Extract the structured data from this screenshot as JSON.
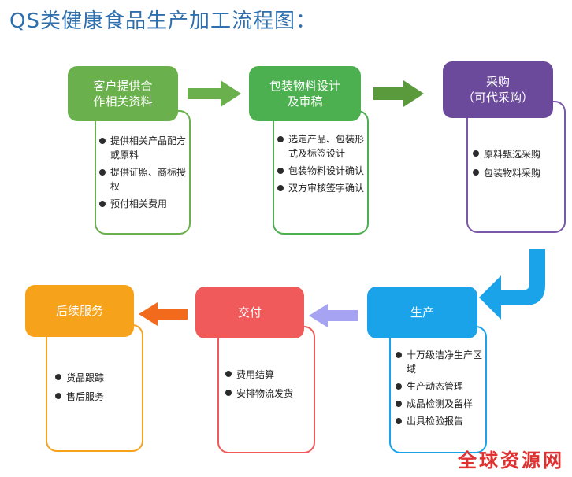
{
  "title": "QS类健康食品生产加工流程图：",
  "steps": [
    {
      "header": "客户提供合\n作相关资料",
      "color": "#6ab04c",
      "border": "#6ab04c",
      "items": [
        "提供相关产品配方或原料",
        "提供证照、商标授权",
        "预付相关费用"
      ]
    },
    {
      "header": "包装物料设计\n及审稿",
      "color": "#4caf50",
      "border": "#4caf50",
      "items": [
        "选定产品、包装形式及标签设计",
        "包装物料设计确认",
        "双方审核签字确认"
      ]
    },
    {
      "header": "采购\n（可代采购）",
      "color": "#6b4a9b",
      "border": "#7a5aa8",
      "items": [
        "原料甄选采购",
        "包装物料采购"
      ]
    },
    {
      "header": "生产",
      "color": "#1aa3e8",
      "border": "#1aa3e8",
      "items": [
        "十万级洁净生产区域",
        "生产动态管理",
        "成品检测及留样",
        "出具检验报告"
      ]
    },
    {
      "header": "交付",
      "color": "#f05a5a",
      "border": "#f05a5a",
      "items": [
        "费用结算",
        "安排物流发货"
      ]
    },
    {
      "header": "后续服务",
      "color": "#f7a21b",
      "border": "#f7a21b",
      "items": [
        "货品跟踪",
        "售后服务"
      ]
    }
  ],
  "arrow_colors": [
    "#6ab04c",
    "#5a9a3c",
    "#1aa3e8",
    "#a6a3f2",
    "#f26a1b"
  ],
  "watermark": "全球资源网"
}
